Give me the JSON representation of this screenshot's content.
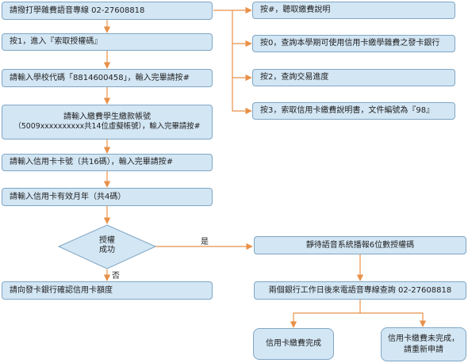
{
  "flow": {
    "step1": "請撥打學雜費語音專線  02-27608818",
    "step2": "按1，進入『索取授權碼』",
    "step3": "請輸入學校代碼「8814600458」，輸入完畢請按#",
    "step4_line1": "請輸入繳費學生繳款帳號",
    "step4_line2": "（5009xxxxxxxxxx共14位虛擬帳號），輸入完畢請按#",
    "step5": "請輸入信用卡卡號（共16碼），輸入完畢請按#",
    "step6": "請輸入信用卡有效月年（共4碼）",
    "decision_line1": "授權",
    "decision_line2": "成功",
    "yes_label": "是",
    "no_label": "否",
    "fail": "請向發卡銀行確認信用卡額度",
    "success1": "靜待語音系統播報6位數授權碼",
    "success2": "兩個銀行工作日後來電語音專線查詢  02-27608818",
    "result_done": "信用卡繳費完成",
    "result_fail_line1": "信用卡繳費未完成，",
    "result_fail_line2": "請重新申請"
  },
  "options": [
    "按#，聽取繳費說明",
    "按0，查詢本學期可使用信用卡繳學雜費之發卡銀行",
    "按2，查詢交易進度",
    "按3，索取信用卡繳費說明書，文件編號為『98』"
  ],
  "colors": {
    "box_fill": "#d3e6f4",
    "box_border": "#7fa6c4",
    "arrow": "#e8914a"
  }
}
